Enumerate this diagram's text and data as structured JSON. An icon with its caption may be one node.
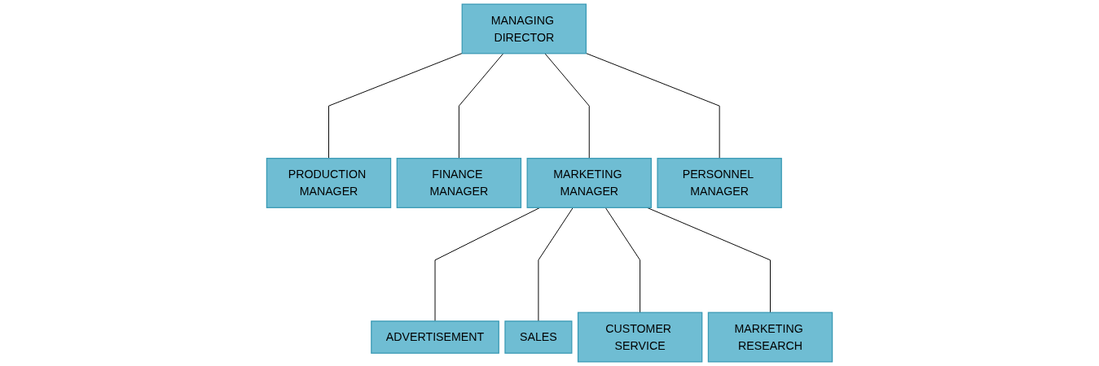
{
  "diagram": {
    "nodes": [
      {
        "text": [
          "MANAGING DIRECTOR"
        ]
      },
      {
        "text": [
          "PRODUCTION MANAGER"
        ]
      },
      {
        "text": [
          "FINANCE MANAGER"
        ]
      },
      {
        "text": [
          "MARKETING MANAGER"
        ]
      },
      {
        "text": [
          "PERSONNEL MANAGER"
        ]
      },
      {
        "text": [
          "ADVERTISEMENT"
        ]
      },
      {
        "text": [
          "SALES"
        ]
      },
      {
        "text": [
          "CUSTOMER SERVICE"
        ]
      },
      {
        "text": [
          "MARKETING RESEARCH"
        ]
      }
    ],
    "edges": [
      {
        "from": 0,
        "to": 1,
        "arrow": "none"
      },
      {
        "from": 0,
        "to": 2,
        "arrow": "none"
      },
      {
        "from": 0,
        "to": 3,
        "arrow": "none"
      },
      {
        "from": 0,
        "to": 4,
        "arrow": "none"
      },
      {
        "from": 3,
        "to": 5,
        "arrow": "none"
      },
      {
        "from": 3,
        "to": 6,
        "arrow": "none"
      },
      {
        "from": 3,
        "to": 7,
        "arrow": "none"
      },
      {
        "from": 3,
        "to": 8,
        "arrow": "none"
      }
    ]
  }
}
